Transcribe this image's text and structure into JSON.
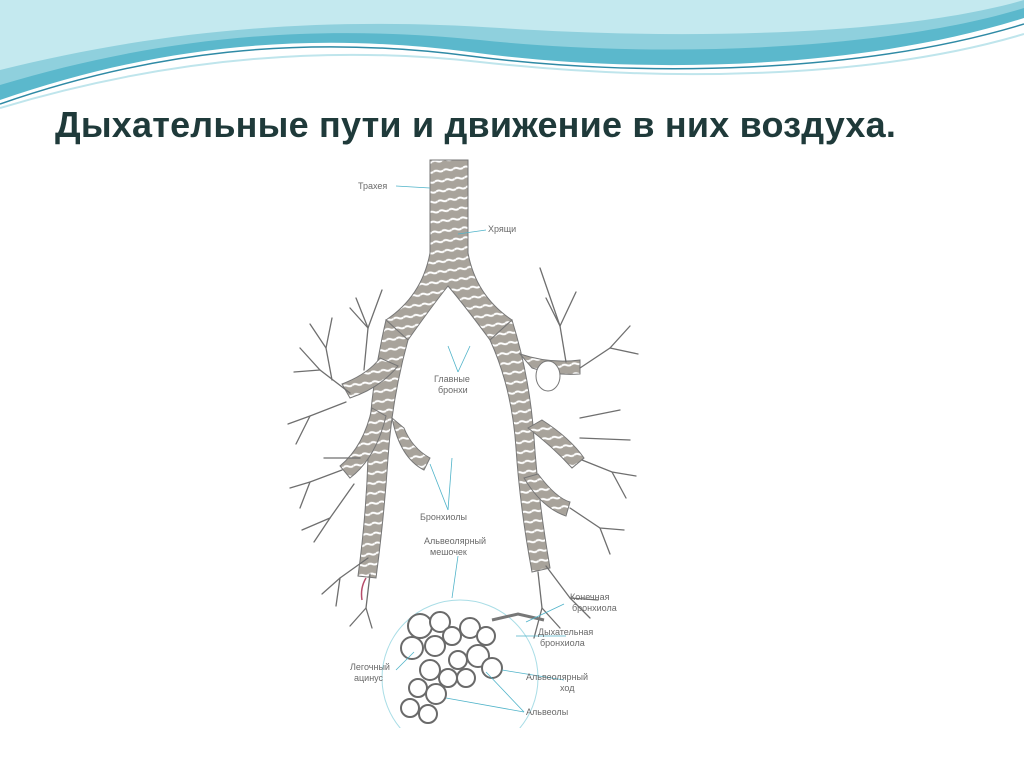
{
  "slide": {
    "title": "Дыхательные пути и движение в них воздуха."
  },
  "diagram": {
    "labels": {
      "trachea": "Трахея",
      "cartilage": "Хрящи",
      "main_bronchi": [
        "Главные",
        "бронхи"
      ],
      "bronchioles": "Бронхиолы",
      "alveolar_sac": [
        "Альвеолярный",
        "мешочек"
      ],
      "terminal_bronchiole": [
        "Конечная",
        "бронхиола"
      ],
      "respiratory_bronchiole": [
        "Дыхательная",
        "бронхиола"
      ],
      "alveolar_duct": [
        "Альвеолярный",
        "ход"
      ],
      "pulmonary_acinus": [
        "Легочный",
        "ацинус"
      ],
      "alveoli": "Альвеолы"
    }
  },
  "colors": {
    "accent_teal": "#4fb3c9",
    "accent_light": "#a9dde6",
    "airway_fill": "#a8a39b",
    "ring_stroke": "#ffffff"
  }
}
